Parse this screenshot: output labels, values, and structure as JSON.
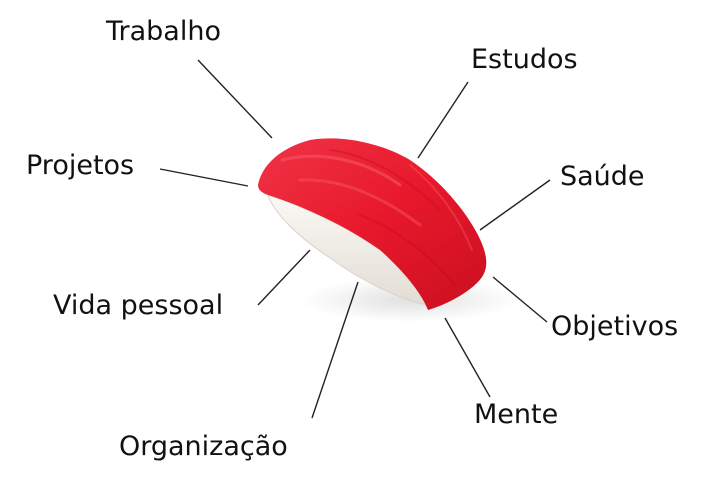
{
  "diagram": {
    "subject": "nigiri-sushi",
    "labels": {
      "trabalho": "Trabalho",
      "estudos": "Estudos",
      "projetos": "Projetos",
      "saude": "Saúde",
      "vida_pessoal": "Vida pessoal",
      "objetivos": "Objetivos",
      "organizacao": "Organização",
      "mente": "Mente"
    },
    "colors": {
      "tuna": "#e8182c",
      "tuna_dark": "#c70f22",
      "tuna_light": "#f2455a",
      "rice": "#f4f1ec",
      "rice_shadow": "#ddd8d0",
      "leader_line": "#222222",
      "text": "#111111"
    }
  }
}
